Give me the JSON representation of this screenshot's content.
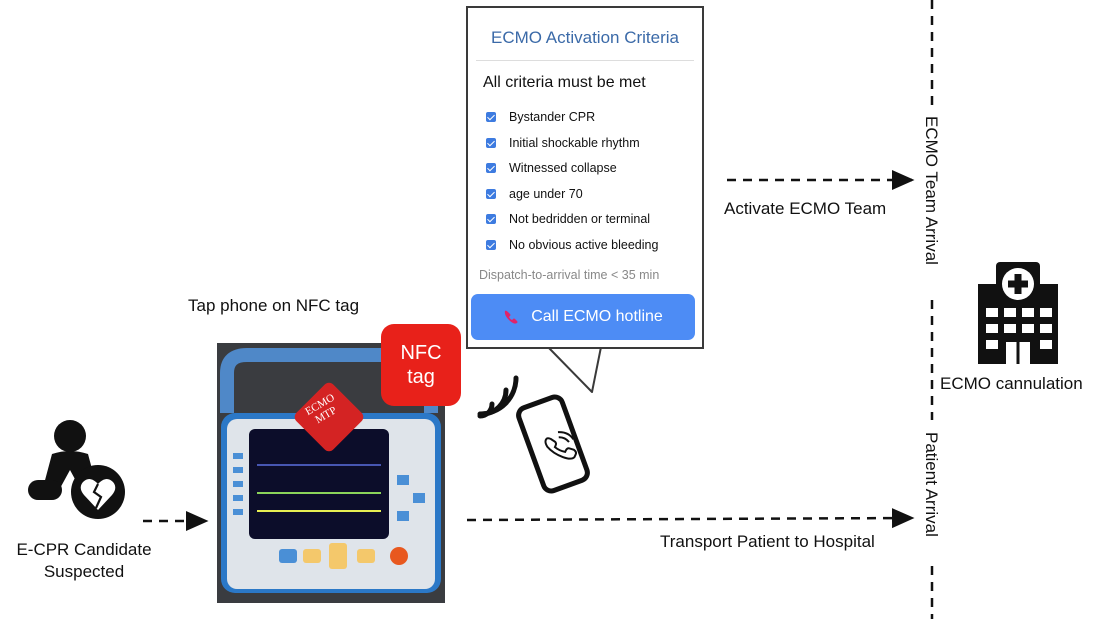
{
  "candidate_label": [
    "E-CPR Candidate",
    "Suspected"
  ],
  "tap_label": "Tap phone on NFC tag",
  "nfc_tag_label": [
    "NFC",
    "tag"
  ],
  "device_tag_text": [
    "ECMO",
    "MTP"
  ],
  "popup": {
    "title": "ECMO Activation Criteria",
    "subtitle": "All criteria must be met",
    "criteria": [
      "Bystander CPR",
      "Initial shockable rhythm",
      "Witnessed collapse",
      "age under 70",
      "Not bedridden or terminal",
      "No obvious active bleeding"
    ],
    "note": "Dispatch-to-arrival time < 35 min",
    "button_label": "Call ECMO hotline"
  },
  "activate_label": "Activate ECMO Team",
  "transport_label": "Transport Patient to Hospital",
  "ecmo_team_arrival": "ECMO Team Arrival",
  "patient_arrival": "Patient Arrival",
  "cannulation_label": "ECMO cannulation",
  "colors": {
    "accent_blue": "#4d8cf5",
    "title_blue": "#3b6aa8",
    "nfc_red": "#e8211a",
    "phone_icon_red": "#e0246a"
  },
  "icons": [
    "cpr-person-icon",
    "broken-heart-icon",
    "nfc-wave-icon",
    "smartphone-icon",
    "phone-call-icon",
    "hospital-icon"
  ]
}
